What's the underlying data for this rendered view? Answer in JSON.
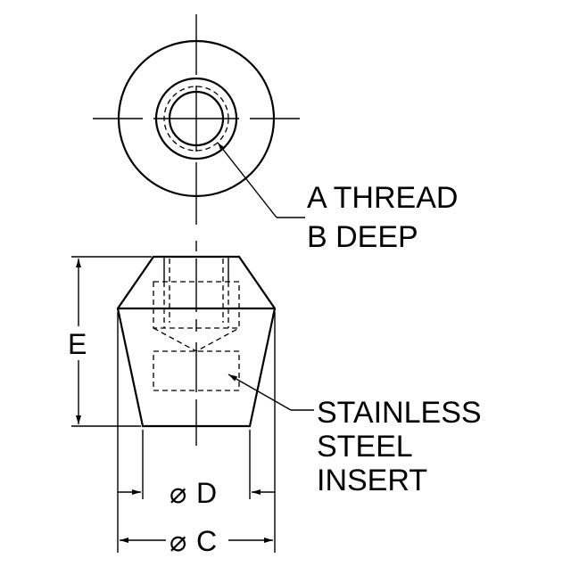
{
  "callouts": {
    "thread_line1": "A THREAD",
    "thread_line2": "B DEEP",
    "insert_line1": "STAINLESS",
    "insert_line2": "STEEL",
    "insert_line3": "INSERT"
  },
  "dimensions": {
    "height_label": "E",
    "insert_diameter_label": "D",
    "outer_diameter_label": "C",
    "diameter_symbol": "⌀"
  },
  "colors": {
    "line": "#000000",
    "background": "#ffffff"
  }
}
